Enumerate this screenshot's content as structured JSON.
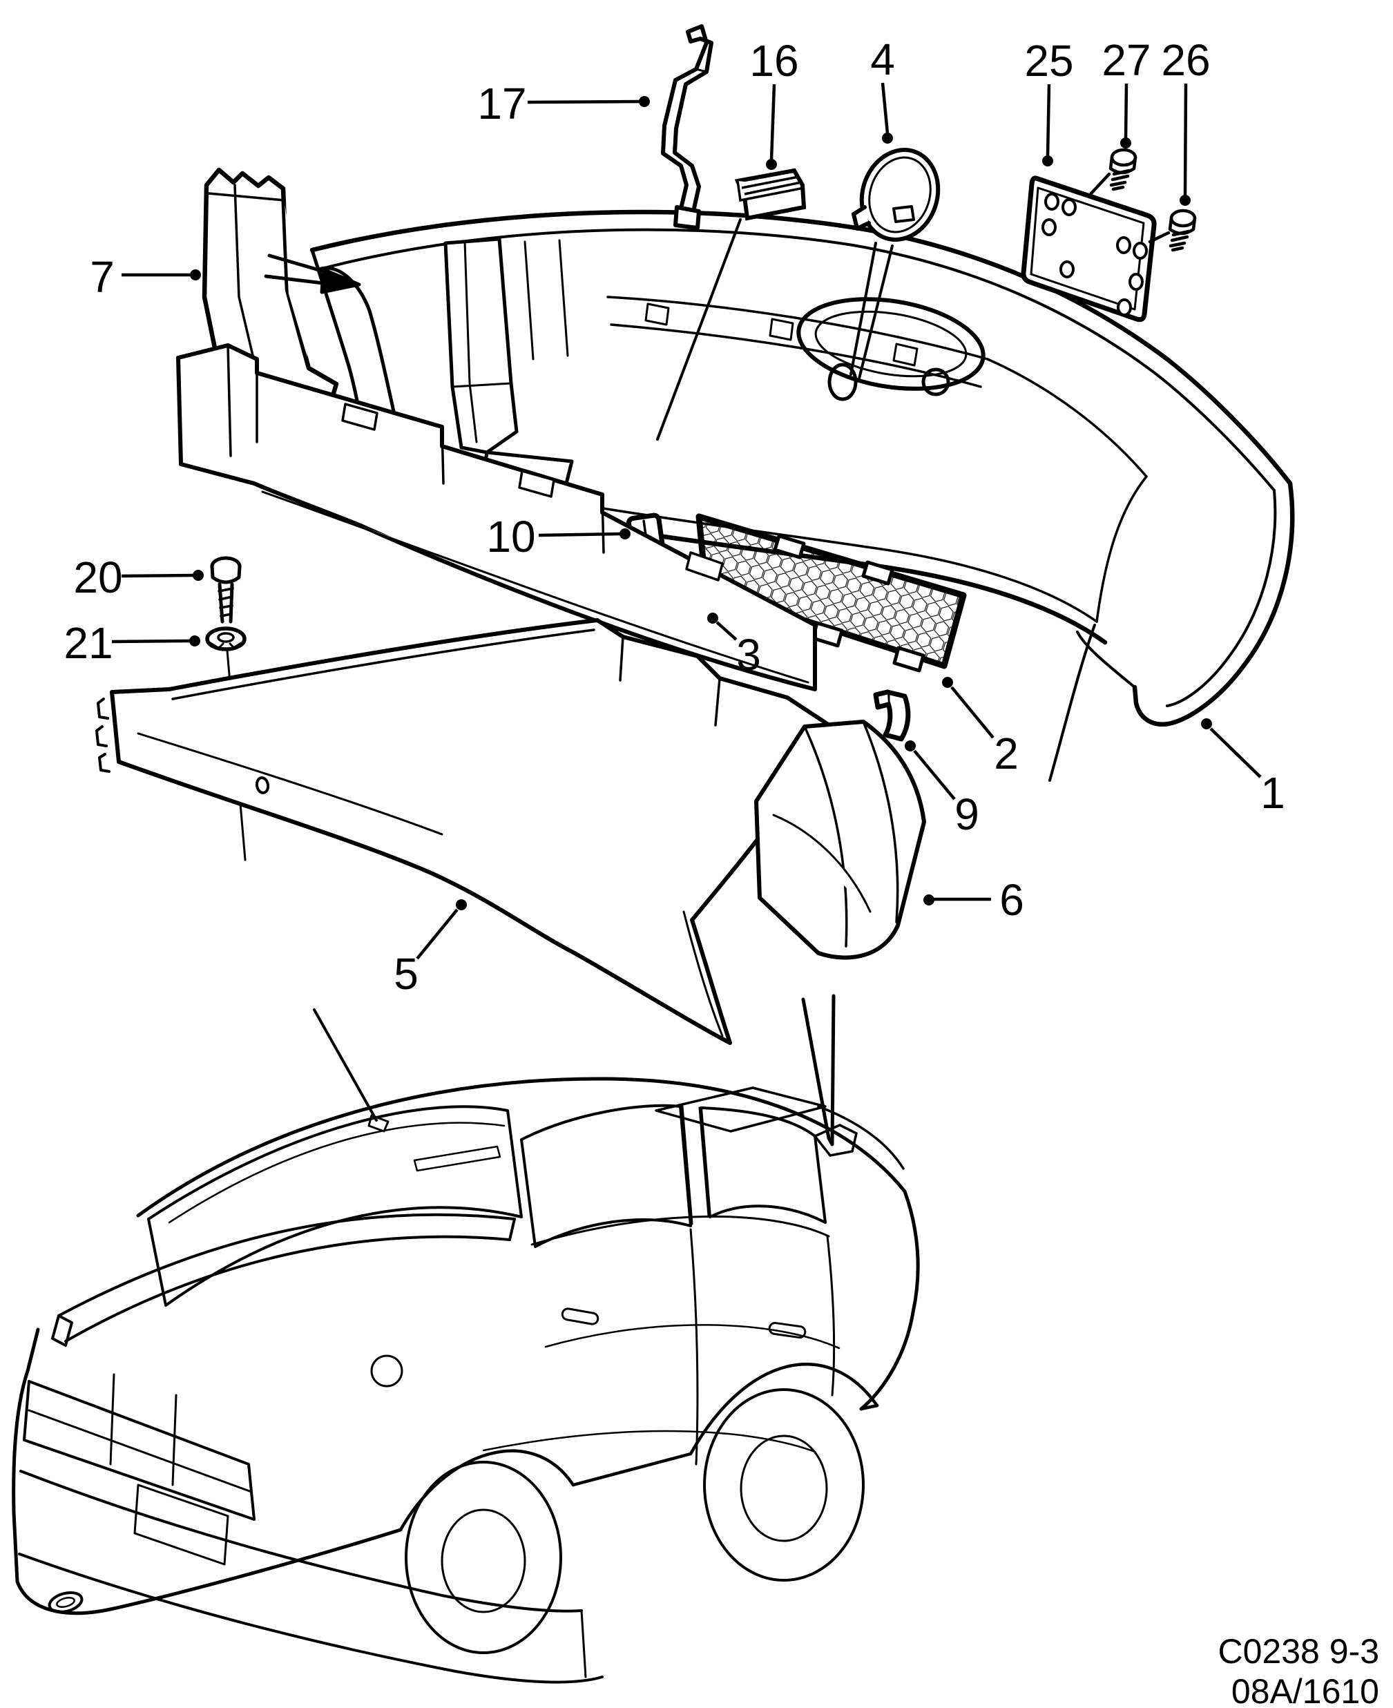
{
  "page": {
    "background": "#ffffff",
    "ink": "#000000",
    "type": "exploded-parts-diagram",
    "subject": "rear bumper"
  },
  "footer": {
    "line1": "C0238 9-3",
    "line2": "08A/1610"
  },
  "callouts": [
    {
      "ref": "7",
      "part": "side-mounting-bracket"
    },
    {
      "ref": "17",
      "part": "upper-mounting-bracket"
    },
    {
      "ref": "16",
      "part": "guide-block"
    },
    {
      "ref": "4",
      "part": "towing-eye-cover"
    },
    {
      "ref": "25",
      "part": "license-plate-bracket"
    },
    {
      "ref": "27",
      "part": "bracket-screw-upper"
    },
    {
      "ref": "26",
      "part": "bracket-screw-lower"
    },
    {
      "ref": "10",
      "part": "grommet"
    },
    {
      "ref": "3",
      "part": "clip"
    },
    {
      "ref": "2",
      "part": "vent-grille"
    },
    {
      "ref": "9",
      "part": "hook-clip"
    },
    {
      "ref": "1",
      "part": "bumper-cover"
    },
    {
      "ref": "20",
      "part": "bolt"
    },
    {
      "ref": "21",
      "part": "lock-washer"
    },
    {
      "ref": "5",
      "part": "bumper-member"
    },
    {
      "ref": "6",
      "part": "shock-absorber"
    }
  ]
}
